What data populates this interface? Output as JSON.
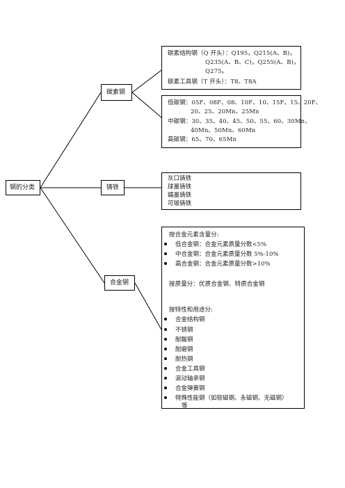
{
  "root": {
    "label": "钢的分类"
  },
  "carbon_steel": {
    "label": "碳素钢",
    "structural": [
      "碳素结构钢（Q 开头）：Q195，Q215(A、B)，",
      "Q235(A、B、C)，Q255(A、B)，",
      "Q275。",
      "碳素工具钢（T 开头）：T8、T8A"
    ],
    "grades": [
      "低碳钢：05F、08F、08、10F、10、15F、15、20F、",
      "20、25、20Mn、25Mn",
      "中碳钢：30、35、40、45、50、55、60、30Mn、",
      "40Mn、50Mn、60Mn",
      "高碳钢：65、70、65Mn"
    ]
  },
  "cast_iron": {
    "label": "铸铁",
    "items": [
      "灰口铸铁",
      "球墨铸铁",
      "蠕墨铸铁",
      "可锻铸铁"
    ]
  },
  "alloy_steel": {
    "label": "合金钢",
    "by_content_title": "按合金元素含量分:",
    "by_content": [
      "低合金钢：合金元素质量分数<5%",
      "中合金钢：合金元素质量分数 5%-10%",
      "高合金钢：合金元素质量分数>10%"
    ],
    "by_quality": "按质量分：优质合金钢、特质合金钢",
    "by_use_title": "按特性和用途分:",
    "by_use": [
      "合金结构钢",
      "不锈钢",
      "耐酸钢",
      "耐磨钢",
      "耐热钢",
      "合金工具钢",
      "滚动轴承钢",
      "合金弹簧钢",
      "特殊性能钢（如软磁钢、永磁钢、无磁钢）"
    ],
    "by_use_tail": "等"
  }
}
